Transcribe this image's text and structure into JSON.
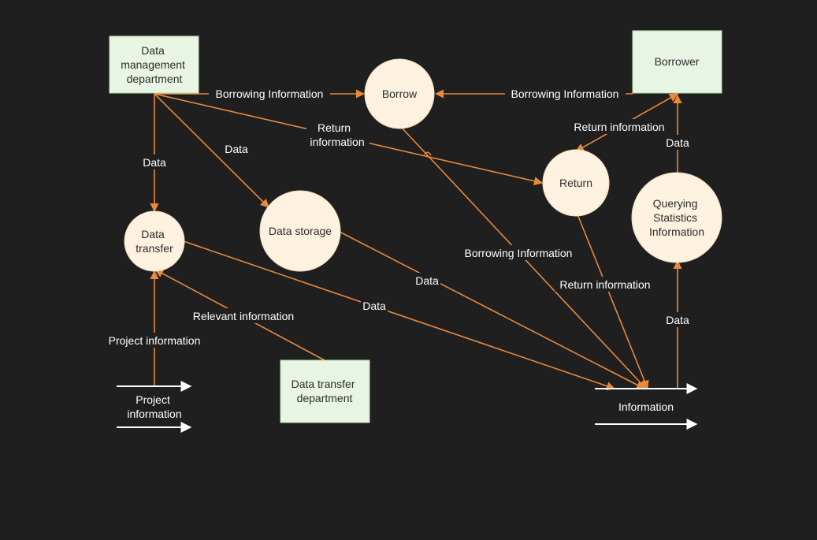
{
  "colors": {
    "background": "#1f1f1f",
    "entity_fill": "#e9f5e4",
    "process_fill": "#fdf1e0",
    "flow_line": "#e8893c",
    "label_text": "#ffffff",
    "store_line": "#ffffff"
  },
  "entities": {
    "data_management": [
      "Data",
      "management",
      "department"
    ],
    "borrower": [
      "Borrower"
    ],
    "data_transfer_dept": [
      "Data transfer",
      "department"
    ]
  },
  "processes": {
    "borrow": [
      "Borrow"
    ],
    "return": [
      "Return"
    ],
    "data_transfer": [
      "Data",
      "transfer"
    ],
    "data_storage": [
      "Data storage"
    ],
    "querying": [
      "Querying",
      "Statistics",
      "Information"
    ]
  },
  "stores": {
    "project_information": [
      "Project",
      "information"
    ],
    "information": [
      "Information"
    ]
  },
  "flows": {
    "dm_to_borrow": [
      "Borrowing Information"
    ],
    "borrower_to_borrow": [
      "Borrowing Information"
    ],
    "dm_to_return": [
      "Return",
      "information"
    ],
    "return_borrower": [
      "Return information"
    ],
    "querying_to_borrower": [
      "Data"
    ],
    "dm_to_transfer": [
      "Data"
    ],
    "dm_to_storage": [
      "Data"
    ],
    "borrow_to_info": [
      "Borrowing Information"
    ],
    "return_to_info": [
      "Return information"
    ],
    "storage_to_info": [
      "Data"
    ],
    "transfer_to_info": [
      "Data"
    ],
    "info_to_querying": [
      "Data"
    ],
    "dtd_to_transfer": [
      "Relevant information"
    ],
    "project_to_transfer": [
      "Project information"
    ]
  }
}
